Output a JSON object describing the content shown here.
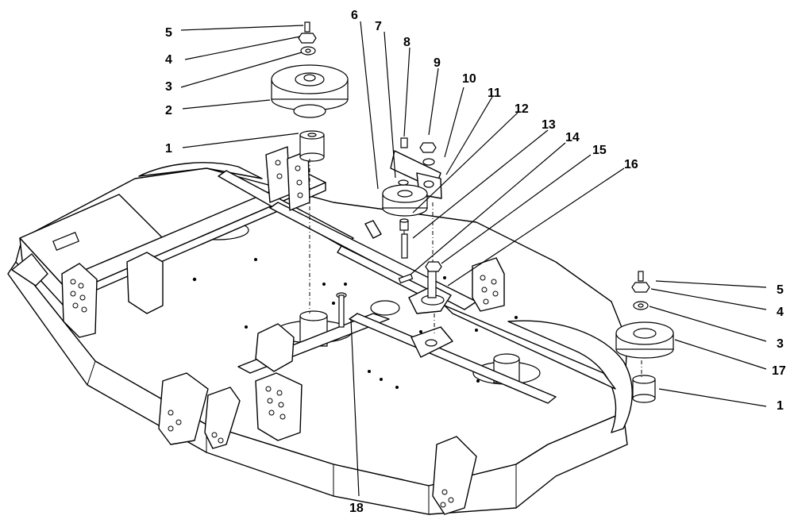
{
  "callouts": {
    "c5a": "5",
    "c4a": "4",
    "c3a": "3",
    "c2a": "2",
    "c1a": "1",
    "c6": "6",
    "c7": "7",
    "c8": "8",
    "c9": "9",
    "c10": "10",
    "c11": "11",
    "c12": "12",
    "c13": "13",
    "c14": "14",
    "c15": "15",
    "c16": "16",
    "c5b": "5",
    "c4b": "4",
    "c3b": "3",
    "c17": "17",
    "c1b": "1",
    "c18": "18"
  }
}
